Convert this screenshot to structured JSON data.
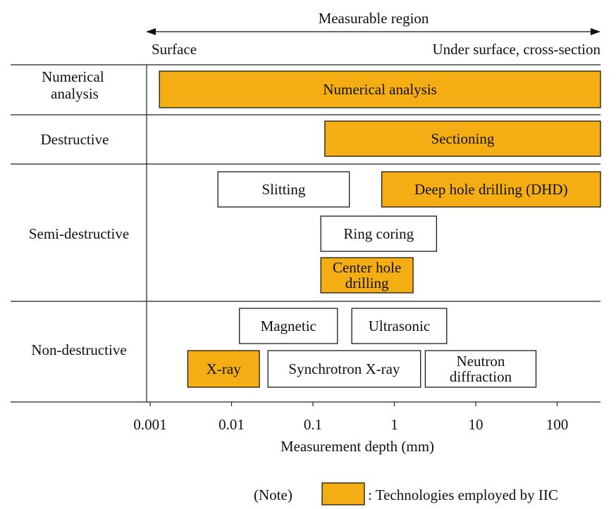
{
  "header": {
    "region_label": "Measurable region",
    "left_label": "Surface",
    "right_label": "Under surface, cross-section"
  },
  "categories": [
    {
      "id": "numerical",
      "lines": [
        "Numerical",
        "analysis"
      ]
    },
    {
      "id": "destructive",
      "lines": [
        "Destructive"
      ]
    },
    {
      "id": "semi",
      "lines": [
        "Semi-destructive"
      ]
    },
    {
      "id": "non",
      "lines": [
        "Non-destructive"
      ]
    }
  ],
  "chart_data": {
    "type": "range-bar",
    "x_axis": {
      "scale": "log",
      "label": "Measurement depth  (mm)",
      "range": [
        0.001,
        400
      ],
      "ticks": [
        {
          "value": 0.001,
          "label": "0.001"
        },
        {
          "value": 0.01,
          "label": "0.01"
        },
        {
          "value": 0.1,
          "label": "0.1"
        },
        {
          "value": 1,
          "label": "1"
        },
        {
          "value": 10,
          "label": "10"
        },
        {
          "value": 100,
          "label": "100"
        }
      ]
    },
    "methods": [
      {
        "id": "numerical-analysis",
        "category": "numerical",
        "lines": [
          "Numerical analysis"
        ],
        "min": 0.0013,
        "max": 400,
        "iic": true
      },
      {
        "id": "sectioning",
        "category": "destructive",
        "lines": [
          "Sectioning"
        ],
        "min": 0.14,
        "max": 380,
        "iic": true
      },
      {
        "id": "slitting",
        "category": "semi",
        "lines": [
          "Slitting"
        ],
        "min": 0.0068,
        "max": 0.28,
        "iic": false
      },
      {
        "id": "deep-hole-drilling",
        "category": "semi",
        "lines": [
          "Deep hole drilling (DHD)"
        ],
        "min": 0.7,
        "max": 350,
        "iic": true
      },
      {
        "id": "ring-coring",
        "category": "semi",
        "lines": [
          "Ring coring"
        ],
        "min": 0.125,
        "max": 3.3,
        "iic": false
      },
      {
        "id": "center-hole-drilling",
        "category": "semi",
        "lines": [
          "Center hole",
          "drilling"
        ],
        "min": 0.125,
        "max": 1.7,
        "iic": true
      },
      {
        "id": "magnetic",
        "category": "non",
        "lines": [
          "Magnetic"
        ],
        "min": 0.0125,
        "max": 0.2,
        "iic": false
      },
      {
        "id": "ultrasonic",
        "category": "non",
        "lines": [
          "Ultrasonic"
        ],
        "min": 0.3,
        "max": 4.4,
        "iic": false
      },
      {
        "id": "x-ray",
        "category": "non",
        "lines": [
          "X-ray"
        ],
        "min": 0.0029,
        "max": 0.022,
        "iic": true
      },
      {
        "id": "synchrotron-x-ray",
        "category": "non",
        "lines": [
          "Synchrotron X-ray"
        ],
        "min": 0.028,
        "max": 2.1,
        "iic": false
      },
      {
        "id": "neutron-diffraction",
        "category": "non",
        "lines": [
          "Neutron",
          "diffraction"
        ],
        "min": 2.4,
        "max": 55,
        "iic": false
      }
    ]
  },
  "legend": {
    "note_label": "(Note)",
    "text": ": Technologies employed by IIC",
    "color": "#f5ad14"
  },
  "colors": {
    "iic_fill": "#f5ad14",
    "other_fill": "#ffffff",
    "stroke": "#1a1a1a"
  }
}
